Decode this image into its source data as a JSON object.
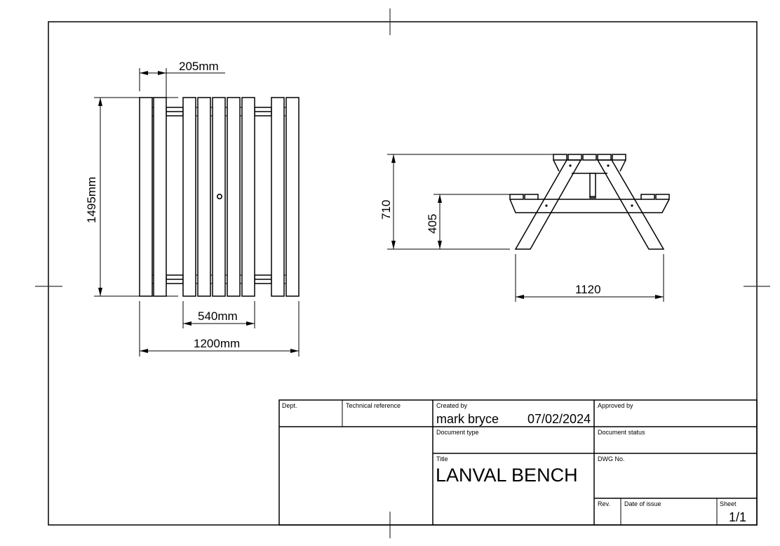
{
  "drawing": {
    "top_view": {
      "dimensions": {
        "plank_width": "205mm",
        "length": "1495mm",
        "center_span": "540mm",
        "overall_width": "1200mm"
      }
    },
    "side_view": {
      "dimensions": {
        "table_height": "710",
        "seat_height": "405",
        "overall_length": "1120"
      }
    }
  },
  "title_block": {
    "dept_label": "Dept.",
    "technical_reference_label": "Technical reference",
    "created_by_label": "Created by",
    "created_by_value": "mark bryce",
    "created_date": "07/02/2024",
    "approved_by_label": "Approved by",
    "document_type_label": "Document type",
    "document_status_label": "Document status",
    "title_label": "Title",
    "title_value": "LANVAL BENCH",
    "dwg_no_label": "DWG No.",
    "rev_label": "Rev.",
    "date_of_issue_label": "Date of issue",
    "sheet_label": "Sheet",
    "sheet_value": "1/1"
  },
  "colors": {
    "line": "#000000",
    "background": "#ffffff"
  }
}
